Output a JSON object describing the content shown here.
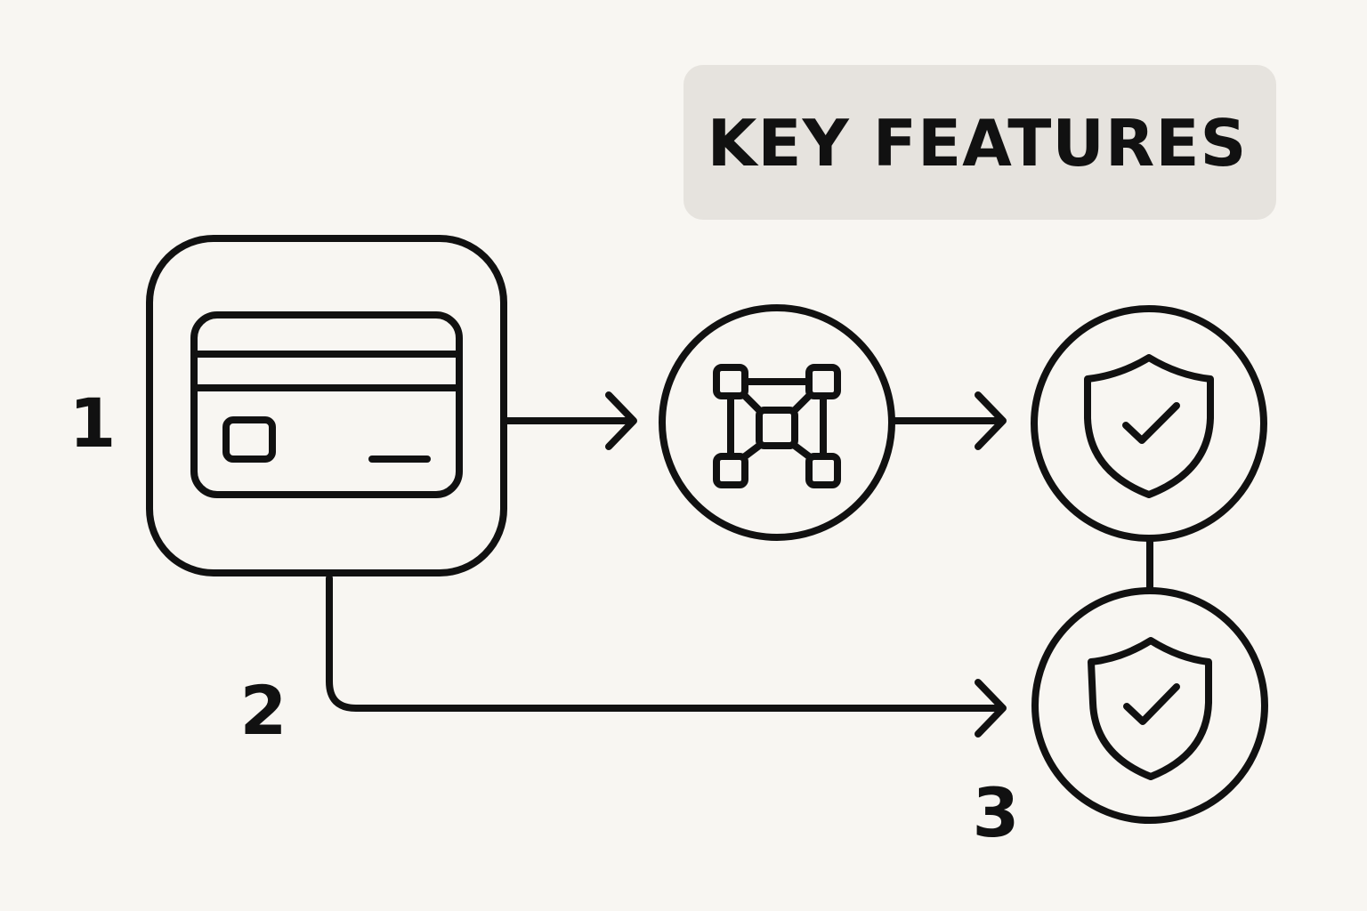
{
  "title": {
    "text": "KEY FEATURES"
  },
  "steps": [
    {
      "label": "1"
    },
    {
      "label": "2"
    },
    {
      "label": "3"
    }
  ],
  "nodes": {
    "card": {
      "icon": "credit-card-icon"
    },
    "network": {
      "icon": "network-nodes-icon"
    },
    "shield_top": {
      "icon": "shield-check-icon"
    },
    "shield_bottom": {
      "icon": "shield-check-icon"
    }
  },
  "colors": {
    "background": "#f8f6f2",
    "stroke": "#111111",
    "title_box": "#e6e3de",
    "text": "#111111"
  }
}
